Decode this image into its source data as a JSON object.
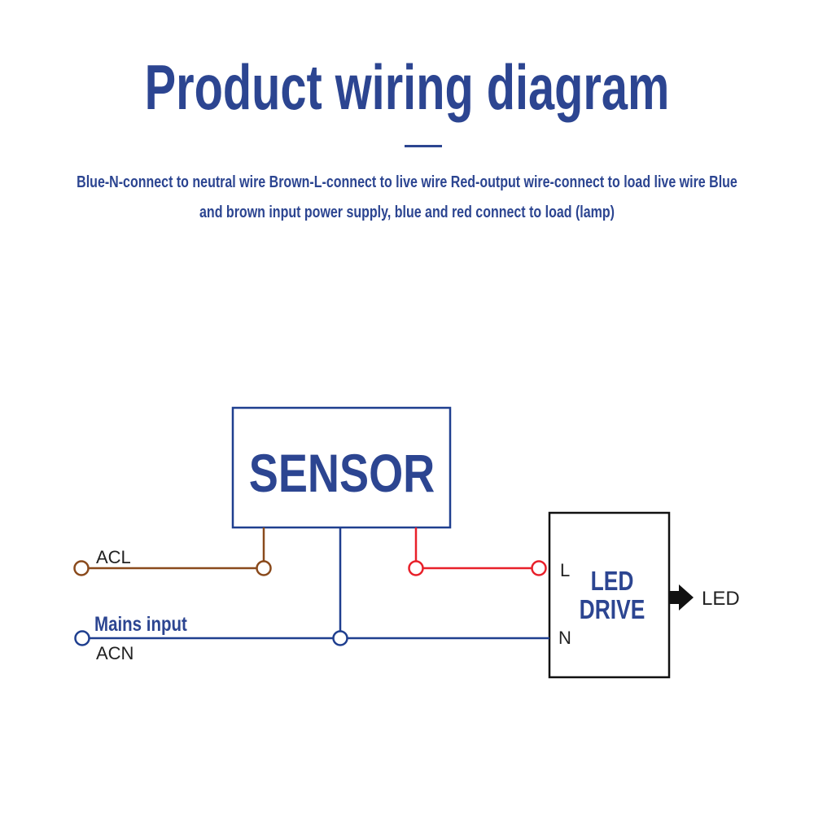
{
  "header": {
    "title": "Product wiring diagram",
    "description_lines": [
      "Blue-N-connect to neutral wire Brown-L-connect to live wire Red-output wire-connect to load live wire Blue",
      "and brown input power supply, blue and red connect to load (lamp)"
    ]
  },
  "diagram": {
    "sensor_label": "SENSOR",
    "driver_label_line1": "LED",
    "driver_label_line2": "DRIVE",
    "driver_terminal_l": "L",
    "driver_terminal_n": "N",
    "output_label": "LED",
    "acl_label": "ACL",
    "acn_label": "ACN",
    "mains_label": "Mains input",
    "colors": {
      "brown_wire": "#8a4a1c",
      "blue_wire": "#1f3f8f",
      "red_wire": "#e8202a",
      "sensor_box": "#1f3f8f",
      "driver_box": "#111111",
      "label_blue": "#2c4591"
    }
  }
}
